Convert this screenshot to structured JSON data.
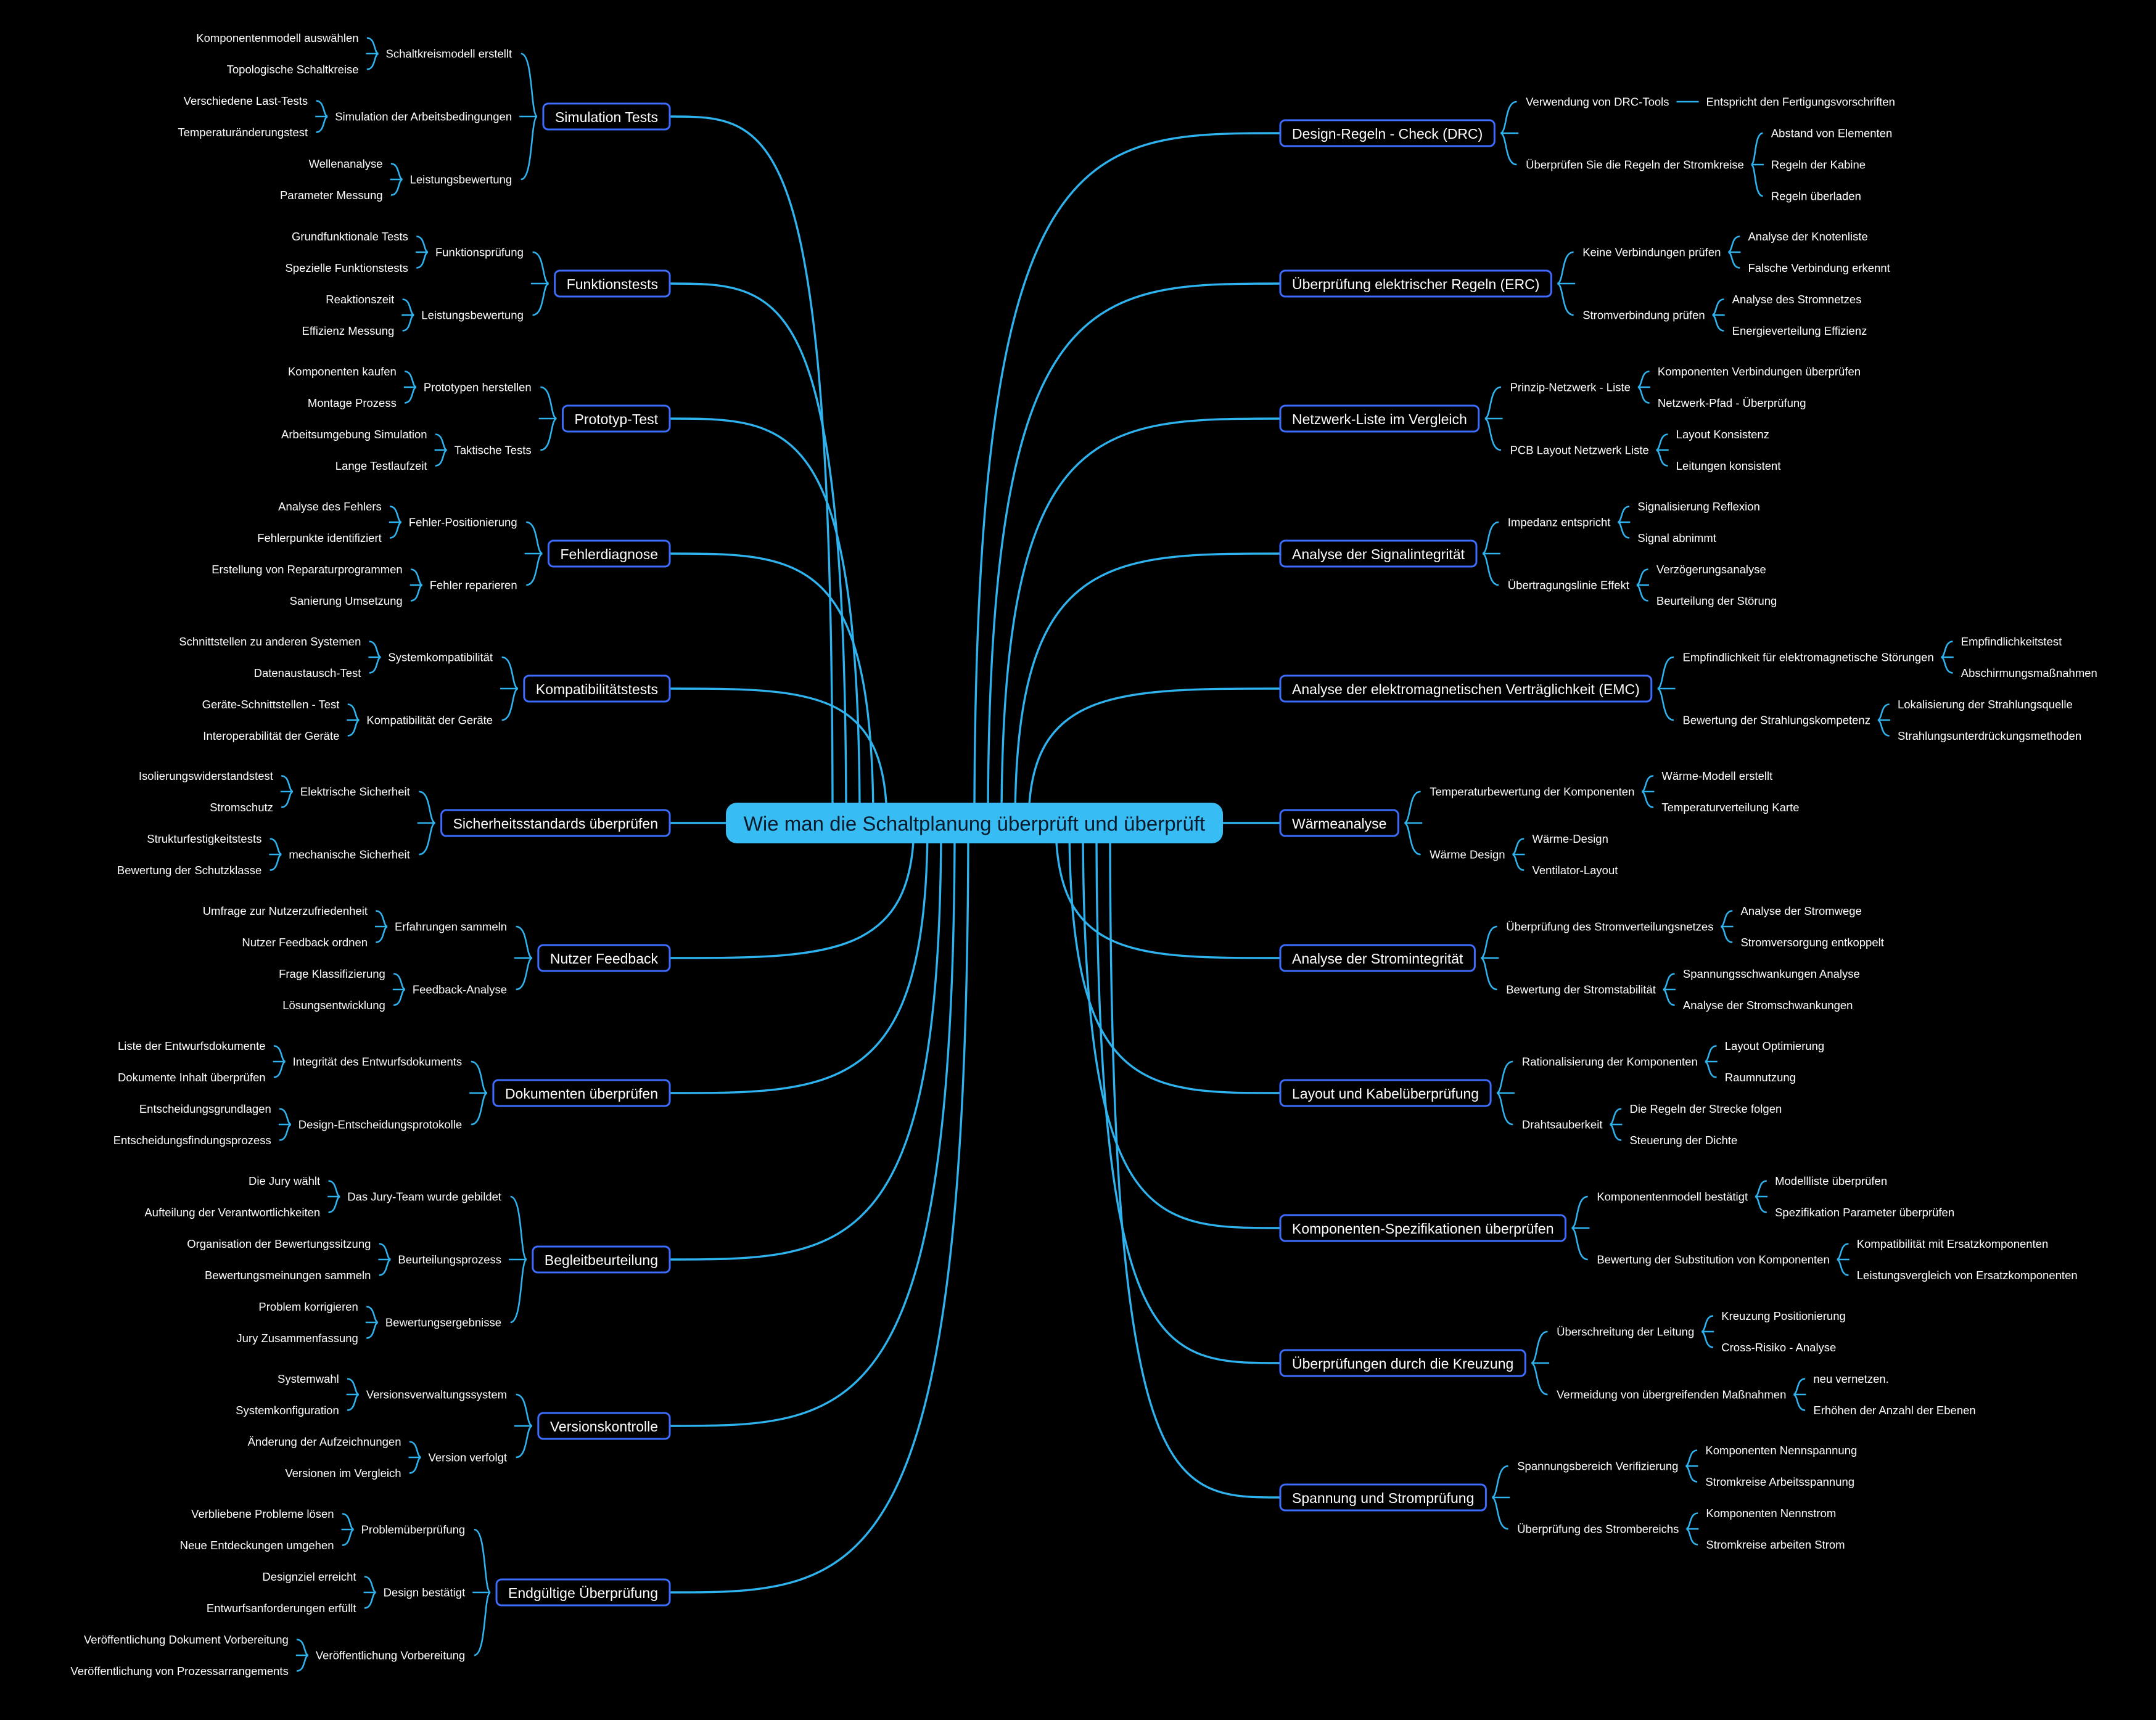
{
  "center": "Wie man die Schaltplanung überprüft und überprüft",
  "left": [
    {
      "label": "Simulation Tests",
      "children": [
        {
          "label": "Schaltkreismodell erstellt",
          "children": [
            "Komponentenmodell auswählen",
            "Topologische Schaltkreise"
          ]
        },
        {
          "label": "Simulation der Arbeitsbedingungen",
          "children": [
            "Verschiedene Last-Tests",
            "Temperaturänderungstest"
          ]
        },
        {
          "label": "Leistungsbewertung",
          "children": [
            "Wellenanalyse",
            "Parameter Messung"
          ]
        }
      ]
    },
    {
      "label": "Funktionstests",
      "children": [
        {
          "label": "Funktionsprüfung",
          "children": [
            "Grundfunktionale Tests",
            "Spezielle Funktionstests"
          ]
        },
        {
          "label": "Leistungsbewertung",
          "children": [
            "Reaktionszeit",
            "Effizienz Messung"
          ]
        }
      ]
    },
    {
      "label": "Prototyp-Test",
      "children": [
        {
          "label": "Prototypen herstellen",
          "children": [
            "Komponenten kaufen",
            "Montage Prozess"
          ]
        },
        {
          "label": "Taktische Tests",
          "children": [
            "Arbeitsumgebung Simulation",
            "Lange Testlaufzeit"
          ]
        }
      ]
    },
    {
      "label": "Fehlerdiagnose",
      "children": [
        {
          "label": "Fehler-Positionierung",
          "children": [
            "Analyse des Fehlers",
            "Fehlerpunkte identifiziert"
          ]
        },
        {
          "label": "Fehler reparieren",
          "children": [
            "Erstellung von Reparaturprogrammen",
            "Sanierung Umsetzung"
          ]
        }
      ]
    },
    {
      "label": "Kompatibilitätstests",
      "children": [
        {
          "label": "Systemkompatibilität",
          "children": [
            "Schnittstellen zu anderen Systemen",
            "Datenaustausch-Test"
          ]
        },
        {
          "label": "Kompatibilität der Geräte",
          "children": [
            "Geräte-Schnittstellen - Test",
            "Interoperabilität der Geräte"
          ]
        }
      ]
    },
    {
      "label": "Sicherheitsstandards überprüfen",
      "children": [
        {
          "label": "Elektrische Sicherheit",
          "children": [
            "Isolierungswiderstandstest",
            "Stromschutz"
          ]
        },
        {
          "label": "mechanische Sicherheit",
          "children": [
            "Strukturfestigkeitstests",
            "Bewertung der Schutzklasse"
          ]
        }
      ]
    },
    {
      "label": "Nutzer Feedback",
      "children": [
        {
          "label": "Erfahrungen sammeln",
          "children": [
            "Umfrage zur Nutzerzufriedenheit",
            "Nutzer Feedback ordnen"
          ]
        },
        {
          "label": "Feedback-Analyse",
          "children": [
            "Frage Klassifizierung",
            "Lösungsentwicklung"
          ]
        }
      ]
    },
    {
      "label": "Dokumenten überprüfen",
      "children": [
        {
          "label": "Integrität des Entwurfsdokuments",
          "children": [
            "Liste der Entwurfsdokumente",
            "Dokumente Inhalt überprüfen"
          ]
        },
        {
          "label": "Design-Entscheidungsprotokolle",
          "children": [
            "Entscheidungsgrundlagen",
            "Entscheidungsfindungsprozess"
          ]
        }
      ]
    },
    {
      "label": "Begleitbeurteilung",
      "children": [
        {
          "label": "Das Jury-Team wurde gebildet",
          "children": [
            "Die Jury wählt",
            "Aufteilung der Verantwortlichkeiten"
          ]
        },
        {
          "label": "Beurteilungsprozess",
          "children": [
            "Organisation der Bewertungssitzung",
            "Bewertungsmeinungen sammeln"
          ]
        },
        {
          "label": "Bewertungsergebnisse",
          "children": [
            "Problem korrigieren",
            "Jury Zusammenfassung"
          ]
        }
      ]
    },
    {
      "label": "Versionskontrolle",
      "children": [
        {
          "label": "Versionsverwaltungssystem",
          "children": [
            "Systemwahl",
            "Systemkonfiguration"
          ]
        },
        {
          "label": "Version verfolgt",
          "children": [
            "Änderung der Aufzeichnungen",
            "Versionen im Vergleich"
          ]
        }
      ]
    },
    {
      "label": "Endgültige Überprüfung",
      "children": [
        {
          "label": "Problemüberprüfung",
          "children": [
            "Verbliebene Probleme lösen",
            "Neue Entdeckungen umgehen"
          ]
        },
        {
          "label": "Design bestätigt",
          "children": [
            "Designziel erreicht",
            "Entwurfsanforderungen erfüllt"
          ]
        },
        {
          "label": "Veröffentlichung Vorbereitung",
          "children": [
            "Veröffentlichung Dokument Vorbereitung",
            "Veröffentlichung von Prozessarrangements"
          ]
        }
      ]
    }
  ],
  "right": [
    {
      "label": "Design-Regeln - Check (DRC)",
      "children": [
        {
          "label": "Verwendung von DRC-Tools",
          "children": [
            "Entspricht den Fertigungsvorschriften"
          ]
        },
        {
          "label": "Überprüfen Sie die Regeln der Stromkreise",
          "children": [
            "Abstand von Elementen",
            "Regeln der Kabine",
            "Regeln überladen"
          ]
        }
      ]
    },
    {
      "label": "Überprüfung elektrischer Regeln (ERC)",
      "children": [
        {
          "label": "Keine Verbindungen prüfen",
          "children": [
            "Analyse der Knotenliste",
            "Falsche Verbindung erkennt"
          ]
        },
        {
          "label": "Stromverbindung prüfen",
          "children": [
            "Analyse des Stromnetzes",
            "Energieverteilung Effizienz"
          ]
        }
      ]
    },
    {
      "label": "Netzwerk-Liste im Vergleich",
      "children": [
        {
          "label": "Prinzip-Netzwerk - Liste",
          "children": [
            "Komponenten Verbindungen überprüfen",
            "Netzwerk-Pfad - Überprüfung"
          ]
        },
        {
          "label": "PCB Layout Netzwerk Liste",
          "children": [
            "Layout Konsistenz",
            "Leitungen konsistent"
          ]
        }
      ]
    },
    {
      "label": "Analyse der Signalintegrität",
      "children": [
        {
          "label": "Impedanz entspricht",
          "children": [
            "Signalisierung Reflexion",
            "Signal abnimmt"
          ]
        },
        {
          "label": "Übertragungslinie Effekt",
          "children": [
            "Verzögerungsanalyse",
            "Beurteilung der Störung"
          ]
        }
      ]
    },
    {
      "label": "Analyse der elektromagnetischen Verträglichkeit (EMC)",
      "children": [
        {
          "label": "Empfindlichkeit für elektromagnetische Störungen",
          "children": [
            "Empfindlichkeitstest",
            "Abschirmungsmaßnahmen"
          ]
        },
        {
          "label": "Bewertung der Strahlungskompetenz",
          "children": [
            "Lokalisierung der Strahlungsquelle",
            "Strahlungsunterdrückungsmethoden"
          ]
        }
      ]
    },
    {
      "label": "Wärmeanalyse",
      "children": [
        {
          "label": "Temperaturbewertung der Komponenten",
          "children": [
            "Wärme-Modell erstellt",
            "Temperaturverteilung Karte"
          ]
        },
        {
          "label": "Wärme Design",
          "children": [
            "Wärme-Design",
            "Ventilator-Layout"
          ]
        }
      ]
    },
    {
      "label": "Analyse der Stromintegrität",
      "children": [
        {
          "label": "Überprüfung des Stromverteilungsnetzes",
          "children": [
            "Analyse der Stromwege",
            "Stromversorgung entkoppelt"
          ]
        },
        {
          "label": "Bewertung der Stromstabilität",
          "children": [
            "Spannungsschwankungen Analyse",
            "Analyse der Stromschwankungen"
          ]
        }
      ]
    },
    {
      "label": "Layout und Kabelüberprüfung",
      "children": [
        {
          "label": "Rationalisierung der Komponenten",
          "children": [
            "Layout Optimierung",
            "Raumnutzung"
          ]
        },
        {
          "label": "Drahtsauberkeit",
          "children": [
            "Die Regeln der Strecke folgen",
            "Steuerung der Dichte"
          ]
        }
      ]
    },
    {
      "label": "Komponenten-Spezifikationen überprüfen",
      "children": [
        {
          "label": "Komponentenmodell bestätigt",
          "children": [
            "Modellliste überprüfen",
            "Spezifikation Parameter überprüfen"
          ]
        },
        {
          "label": "Bewertung der Substitution von Komponenten",
          "children": [
            "Kompatibilität mit Ersatzkomponenten",
            "Leistungsvergleich von Ersatzkomponenten"
          ]
        }
      ]
    },
    {
      "label": "Überprüfungen durch die Kreuzung",
      "children": [
        {
          "label": "Überschreitung der Leitung",
          "children": [
            "Kreuzung Positionierung",
            "Cross-Risiko - Analyse"
          ]
        },
        {
          "label": "Vermeidung von übergreifenden Maßnahmen",
          "children": [
            "neu vernetzen.",
            "Erhöhen der Anzahl der Ebenen"
          ]
        }
      ]
    },
    {
      "label": "Spannung und Stromprüfung",
      "children": [
        {
          "label": "Spannungsbereich Verifizierung",
          "children": [
            "Komponenten Nennspannung",
            "Stromkreise Arbeitsspannung"
          ]
        },
        {
          "label": "Überprüfung des Strombereichs",
          "children": [
            "Komponenten Nennstrom",
            "Stromkreise arbeiten Strom"
          ]
        }
      ]
    }
  ],
  "colors": {
    "background": "#000000",
    "line": "#2fb3ee",
    "center_fill": "#37bdf4",
    "topic_border": "#3d6cff",
    "text": "#ffffff"
  }
}
